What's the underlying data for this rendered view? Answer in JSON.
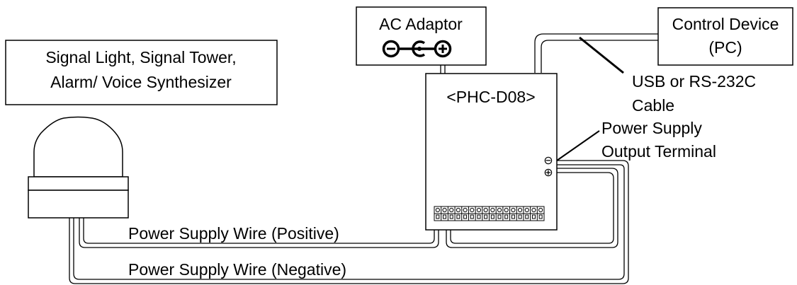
{
  "labels": {
    "signal_light_line1": "Signal Light, Signal Tower,",
    "signal_light_line2": "Alarm/ Voice Synthesizer",
    "ac_adaptor": "AC Adaptor",
    "control_device_line1": "Control Device",
    "control_device_line2": "(PC)",
    "phc_model": "<PHC-D08>",
    "cable_line1": "USB or RS-232C",
    "cable_line2": "Cable",
    "output_terminal_line1": "Power Supply",
    "output_terminal_line2": "Output Terminal",
    "wire_positive": "Power Supply Wire (Positive)",
    "wire_negative": "Power Supply Wire (Negative)",
    "minus_symbol": "⊖",
    "plus_symbol": "⊕"
  },
  "colors": {
    "line": "#000000",
    "background": "#ffffff"
  },
  "icons": {
    "polarity": "dc-polarity-icon",
    "signal_light": "signal-light-icon",
    "terminal_block": "terminal-block-icon"
  }
}
